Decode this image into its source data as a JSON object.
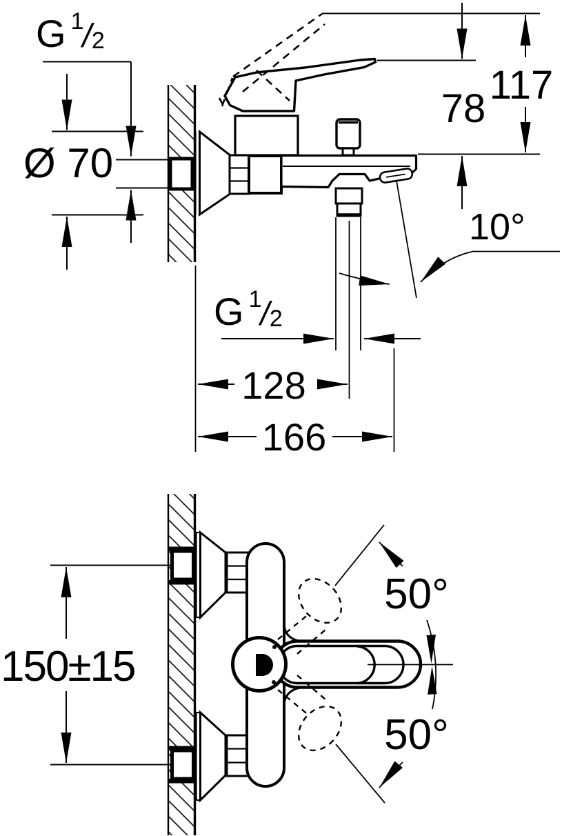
{
  "drawing": {
    "title": "wall-mounted single-lever bath/shower mixer installation drawing",
    "line_color": "#000000",
    "background_color": "#ffffff",
    "views": {
      "side_view": {
        "dimensions": {
          "inlet_thread": "G 1/2",
          "flange_diameter": "Ø 70",
          "overall_height": "117",
          "lever_height": "78",
          "outlet_angle": "10°",
          "shower_outlet_thread": "G 1/2",
          "shower_outlet_depth": "128",
          "spout_depth": "166"
        }
      },
      "plan_view": {
        "dimensions": {
          "inlet_spacing": "150±15",
          "upper_swivel_angle": "50°",
          "lower_swivel_angle": "50°"
        }
      }
    }
  },
  "labels": {
    "thread": {
      "prefix": "G",
      "numerator": "1",
      "slash": "/",
      "denominator": "2"
    },
    "flange_diameter": "Ø 70",
    "overall_height": "117",
    "lever_height": "78",
    "outlet_angle": "10°",
    "shower_outlet_depth": "128",
    "spout_depth": "166",
    "inlet_spacing": "150±15",
    "upper_swivel_angle": "50°",
    "lower_swivel_angle": "50°"
  }
}
